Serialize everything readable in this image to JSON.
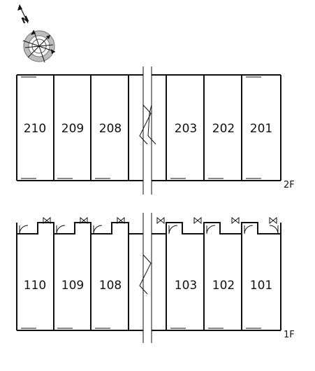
{
  "compass": {
    "north_letter": "N",
    "icon": "compass-icon"
  },
  "floors": [
    {
      "id": "2F",
      "label": "2F",
      "units": [
        "210",
        "209",
        "208",
        "",
        "203",
        "202",
        "201"
      ]
    },
    {
      "id": "1F",
      "label": "1F",
      "units": [
        "110",
        "109",
        "108",
        "",
        "103",
        "102",
        "101"
      ]
    }
  ]
}
